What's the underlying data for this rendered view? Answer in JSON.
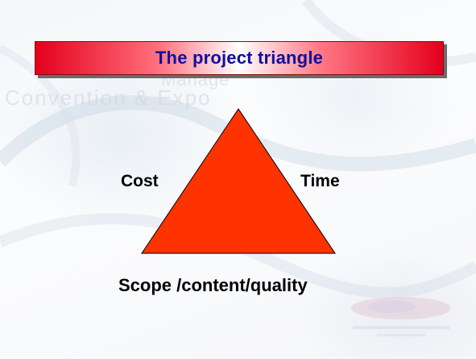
{
  "slide": {
    "title": "The project triangle",
    "labels": {
      "cost": "Cost",
      "time": "Time",
      "scope": "Scope /content/quality"
    },
    "watermark": {
      "line1": "Manage",
      "line2": "Convention & Expo"
    }
  },
  "colors": {
    "title_text": "#10109a",
    "title_bar_edge": "#e4001c",
    "triangle_fill": "#ff3300",
    "triangle_stroke": "#000000"
  }
}
